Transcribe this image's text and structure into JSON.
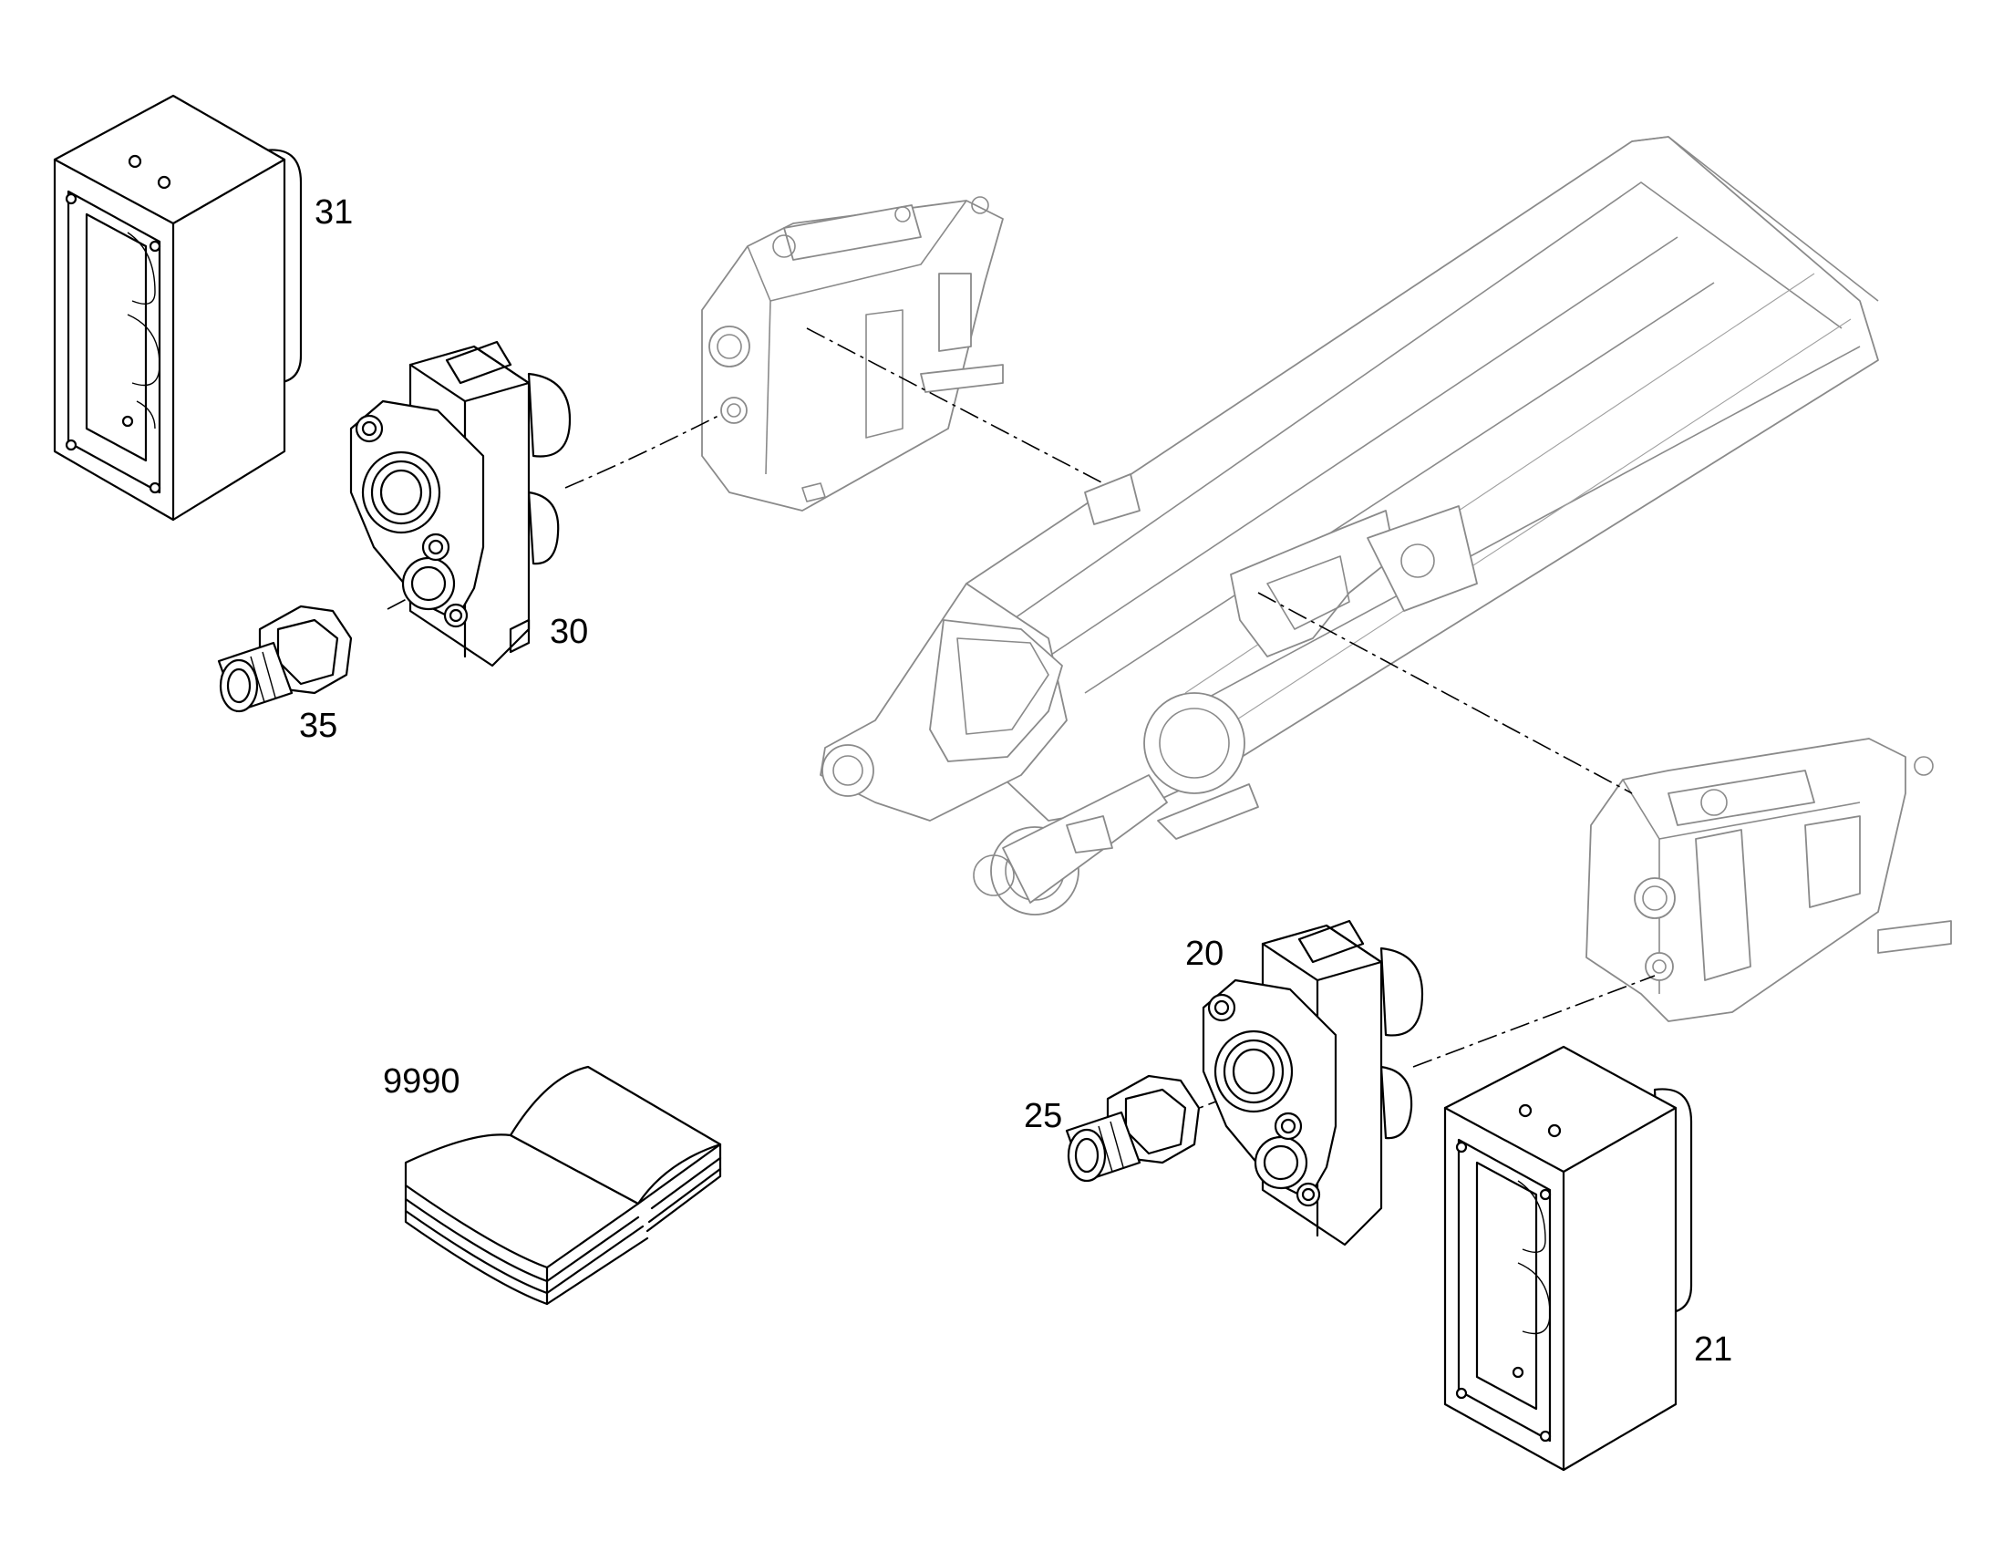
{
  "callouts": {
    "p31": "31",
    "p30": "30",
    "p35": "35",
    "p20": "20",
    "p25": "25",
    "p21": "21",
    "p9990": "9990"
  },
  "colors": {
    "line": "#000000",
    "ghost": "#8a8a8a",
    "background": "#ffffff"
  }
}
